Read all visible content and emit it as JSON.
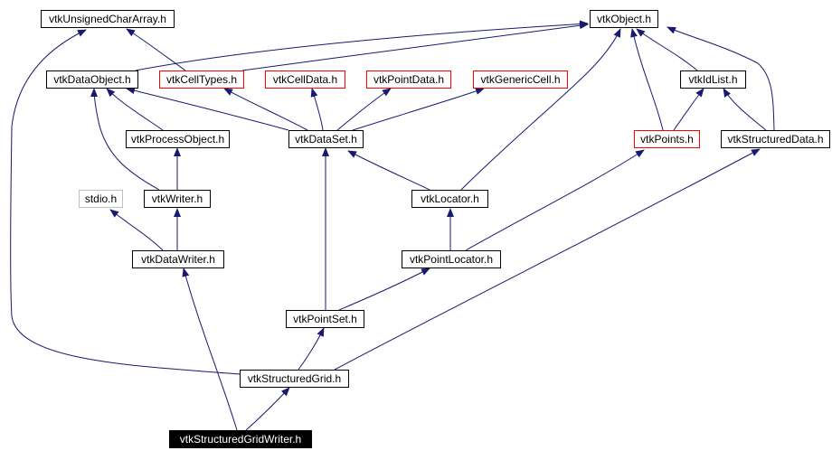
{
  "colors": {
    "edge": "#191970",
    "normal_border": "#000000",
    "external_border": "#ff0000",
    "system_border": "#bfbfbf",
    "current_fill": "#000000"
  },
  "nodes": [
    {
      "id": "uca",
      "label": "vtkUnsignedCharArray.h",
      "kind": "normal"
    },
    {
      "id": "object",
      "label": "vtkObject.h",
      "kind": "normal"
    },
    {
      "id": "dataobject",
      "label": "vtkDataObject.h",
      "kind": "normal"
    },
    {
      "id": "celltypes",
      "label": "vtkCellTypes.h",
      "kind": "red"
    },
    {
      "id": "celldata",
      "label": "vtkCellData.h",
      "kind": "red"
    },
    {
      "id": "pointdata",
      "label": "vtkPointData.h",
      "kind": "red"
    },
    {
      "id": "genericcell",
      "label": "vtkGenericCell.h",
      "kind": "red"
    },
    {
      "id": "idlist",
      "label": "vtkIdList.h",
      "kind": "normal"
    },
    {
      "id": "processobject",
      "label": "vtkProcessObject.h",
      "kind": "normal"
    },
    {
      "id": "dataset",
      "label": "vtkDataSet.h",
      "kind": "normal"
    },
    {
      "id": "points",
      "label": "vtkPoints.h",
      "kind": "red"
    },
    {
      "id": "structureddata",
      "label": "vtkStructuredData.h",
      "kind": "normal"
    },
    {
      "id": "stdio",
      "label": "stdio.h",
      "kind": "gray"
    },
    {
      "id": "writer",
      "label": "vtkWriter.h",
      "kind": "normal"
    },
    {
      "id": "locator",
      "label": "vtkLocator.h",
      "kind": "normal"
    },
    {
      "id": "datawriter",
      "label": "vtkDataWriter.h",
      "kind": "normal"
    },
    {
      "id": "pointlocator",
      "label": "vtkPointLocator.h",
      "kind": "normal"
    },
    {
      "id": "pointset",
      "label": "vtkPointSet.h",
      "kind": "normal"
    },
    {
      "id": "structuredgrid",
      "label": "vtkStructuredGrid.h",
      "kind": "normal"
    },
    {
      "id": "sgwriter",
      "label": "vtkStructuredGridWriter.h",
      "kind": "current"
    }
  ],
  "edges": [
    {
      "from": "structuredgrid",
      "to": "uca"
    },
    {
      "from": "celltypes",
      "to": "uca"
    },
    {
      "from": "dataobject",
      "to": "object"
    },
    {
      "from": "celltypes",
      "to": "object"
    },
    {
      "from": "locator",
      "to": "object"
    },
    {
      "from": "points",
      "to": "object"
    },
    {
      "from": "idlist",
      "to": "object"
    },
    {
      "from": "structureddata",
      "to": "object"
    },
    {
      "from": "writer",
      "to": "dataobject"
    },
    {
      "from": "processobject",
      "to": "dataobject"
    },
    {
      "from": "dataset",
      "to": "dataobject"
    },
    {
      "from": "dataset",
      "to": "celltypes"
    },
    {
      "from": "dataset",
      "to": "celldata"
    },
    {
      "from": "dataset",
      "to": "pointdata"
    },
    {
      "from": "dataset",
      "to": "genericcell"
    },
    {
      "from": "points",
      "to": "idlist"
    },
    {
      "from": "structureddata",
      "to": "idlist"
    },
    {
      "from": "writer",
      "to": "processobject"
    },
    {
      "from": "pointset",
      "to": "dataset"
    },
    {
      "from": "locator",
      "to": "dataset"
    },
    {
      "from": "pointlocator",
      "to": "points"
    },
    {
      "from": "structuredgrid",
      "to": "structureddata"
    },
    {
      "from": "datawriter",
      "to": "stdio"
    },
    {
      "from": "datawriter",
      "to": "writer"
    },
    {
      "from": "pointlocator",
      "to": "locator"
    },
    {
      "from": "sgwriter",
      "to": "datawriter"
    },
    {
      "from": "pointset",
      "to": "pointlocator"
    },
    {
      "from": "structuredgrid",
      "to": "pointset"
    },
    {
      "from": "sgwriter",
      "to": "structuredgrid"
    }
  ]
}
